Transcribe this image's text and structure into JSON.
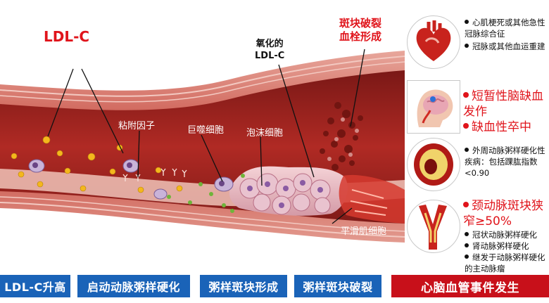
{
  "stages": {
    "s1": "LDL-C升高",
    "s2": "启动动脉粥样硬化",
    "s3": "粥样斑块形成",
    "s4": "粥样斑块破裂",
    "s5": "心脑血管事件发生"
  },
  "artery_labels": {
    "ldl": "LDL-C",
    "adhesion": "粘附因子",
    "macrophage": "巨噬细胞",
    "foam": "泡沫细胞",
    "oxidized_line1": "氧化的",
    "oxidized_line2": "LDL-C",
    "rupture_line1": "斑块破裂",
    "rupture_line2": "血栓形成",
    "smooth_muscle": "平滑肌细胞"
  },
  "outcomes": {
    "heart": [
      "心肌梗死或其他急性冠脉综合征",
      "冠脉或其他血运重建"
    ],
    "brain": [
      "短暂性脑缺血发作",
      "缺血性卒中"
    ],
    "peripheral": [
      "外周动脉粥样硬化性疾病：包括踝肱指数<0.90"
    ],
    "carotid_title": "颈动脉斑块狭窄≥50%",
    "carotid": [
      "冠状动脉粥样硬化",
      "肾动脉粥样硬化",
      "继发于动脉粥样硬化的主动脉瘤"
    ]
  },
  "colors": {
    "stage_blue": "#1a63b8",
    "stage_red": "#c8101a",
    "accent_red": "#e0141b",
    "vessel_wall": "#b5362e",
    "lumen": "#8f1f1c"
  },
  "icons": [
    "heart-icon",
    "brain-icon",
    "artery-cross-section-icon",
    "carotid-artery-icon"
  ]
}
